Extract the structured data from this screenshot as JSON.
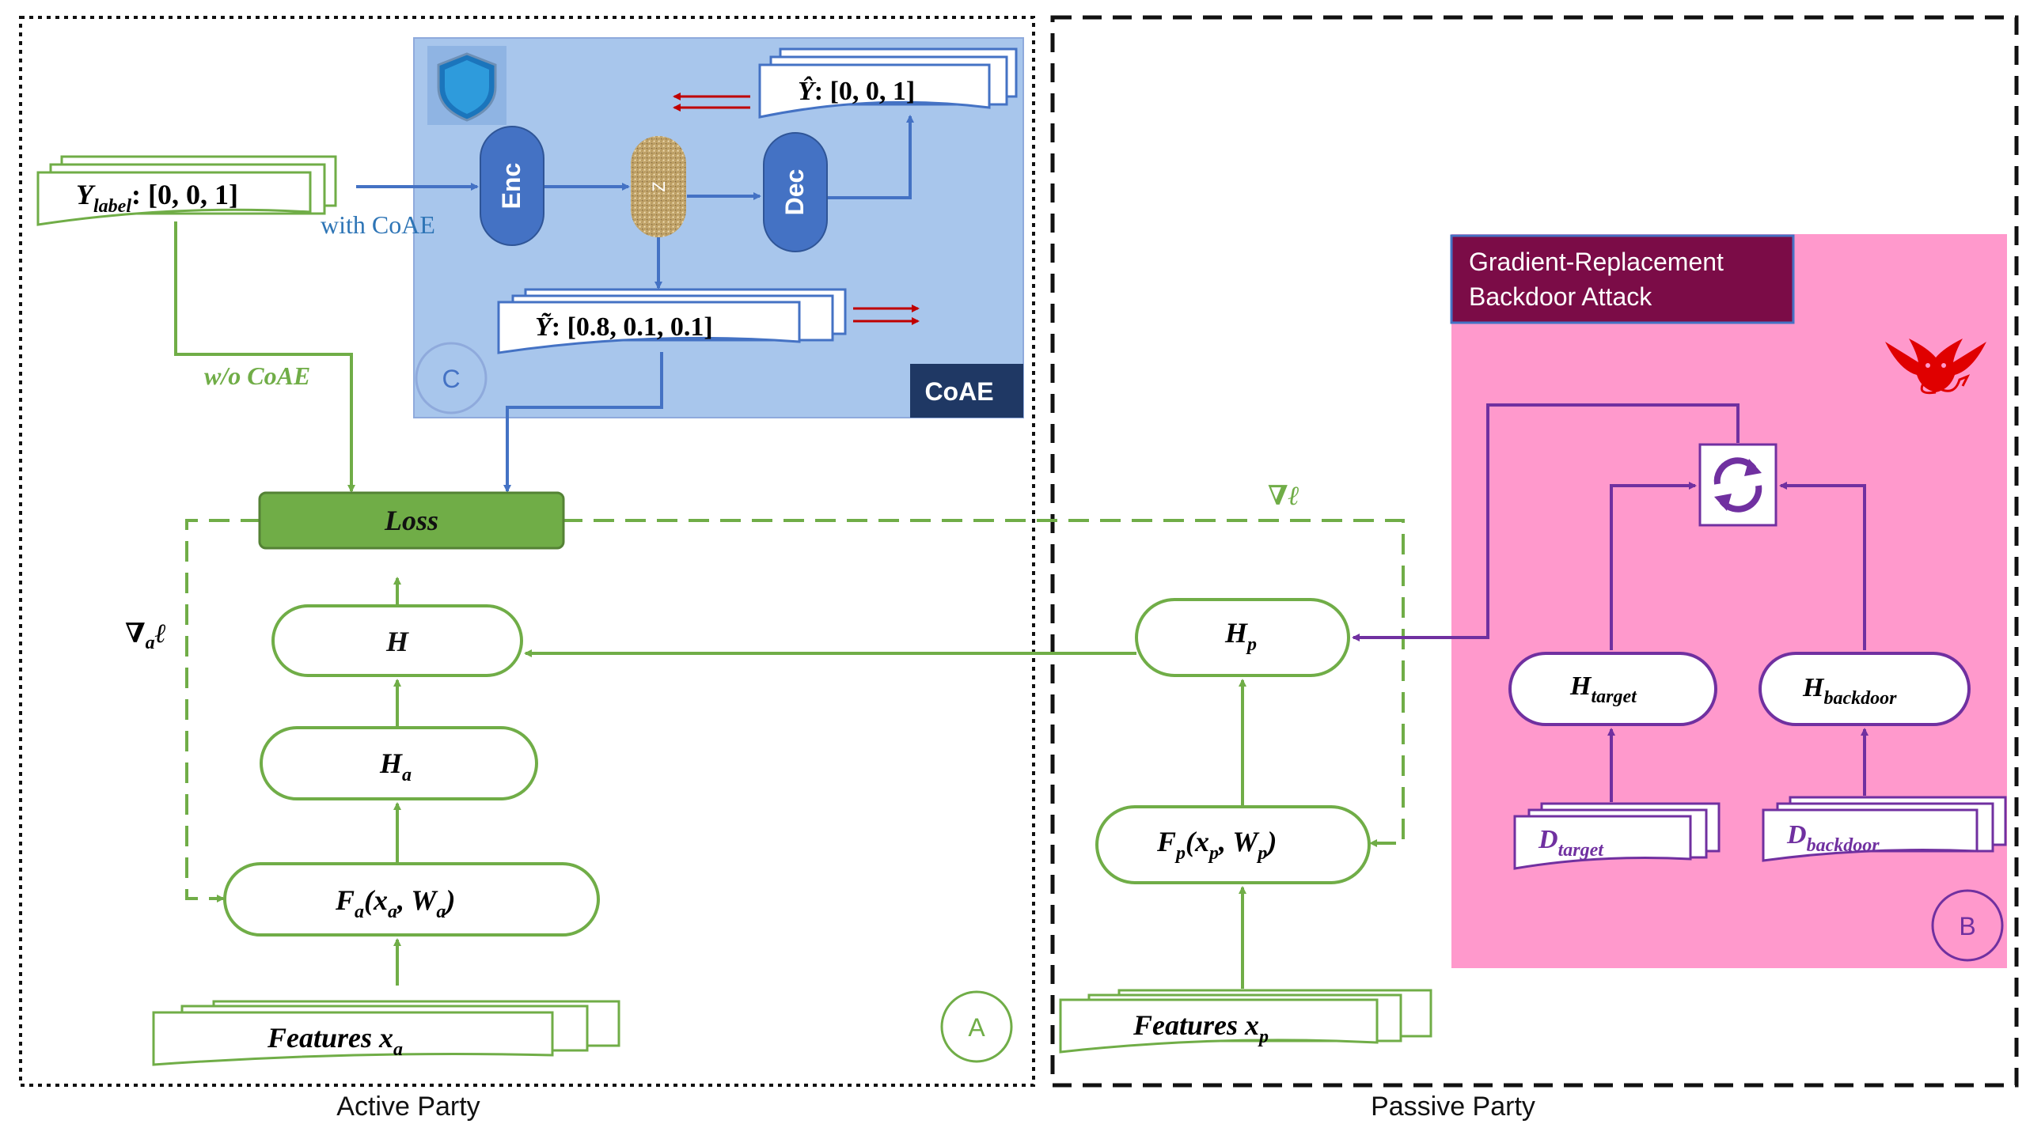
{
  "parties": {
    "active": "Active Party",
    "passive": "Passive Party"
  },
  "coae": {
    "box_label": "CoAE",
    "enc": "Enc",
    "z": "Z",
    "dec": "Dec",
    "y_label_sym": "Y",
    "y_label_sub": "label",
    "y_label_val": ": [0,  0,  1]",
    "y_hat_sym": "Ŷ",
    "y_hat_val": ": [0,  0,  1]",
    "y_tilde_sym": "Ỹ",
    "y_tilde_val": ": [0.8,  0.1,  0.1]",
    "with_label": "with CoAE",
    "without_label": "w/o CoAE",
    "badge": "C"
  },
  "active": {
    "loss": "Loss",
    "grad_a": "∇",
    "grad_a_sub": "a",
    "grad_a_tail": "ℓ",
    "h": "H",
    "ha": "H",
    "ha_sub": "a",
    "fa": "F",
    "fa_sub": "a",
    "fa_open": "(x",
    "fa_x_sub": "a",
    "fa_mid": ", W",
    "fa_w_sub": "a",
    "fa_close": ")",
    "features": "Features x",
    "features_sub": "a",
    "badge": "A"
  },
  "passive": {
    "grad": "∇ℓ",
    "hp": "H",
    "hp_sub": "p",
    "fp": "F",
    "fp_sub": "p",
    "fp_open": "(x",
    "fp_x_sub": "p",
    "fp_mid": ", W",
    "fp_w_sub": "p",
    "fp_close": ")",
    "features": "Features x",
    "features_sub": "p"
  },
  "attack": {
    "title_line1": "Gradient-Replacement",
    "title_line2": "Backdoor Attack",
    "h_target": "H",
    "h_target_sub": "target",
    "h_backdoor": "H",
    "h_backdoor_sub": "backdoor",
    "d_target": "D",
    "d_target_sub": "target",
    "d_backdoor": "D",
    "d_backdoor_sub": "backdoor",
    "badge": "B"
  },
  "icons": {
    "shield": "shield-icon",
    "devil": "devil-icon",
    "swap": "swap-cycle-icon"
  },
  "colors": {
    "green": "#70AD47",
    "dark_green": "#548235",
    "blue": "#4472C4",
    "coae_bg": "#A8C6EC",
    "pink": "#FF99CC",
    "purple": "#7030A0",
    "maroon": "#7B0C47",
    "navy": "#1F3864",
    "red": "#C00000"
  }
}
